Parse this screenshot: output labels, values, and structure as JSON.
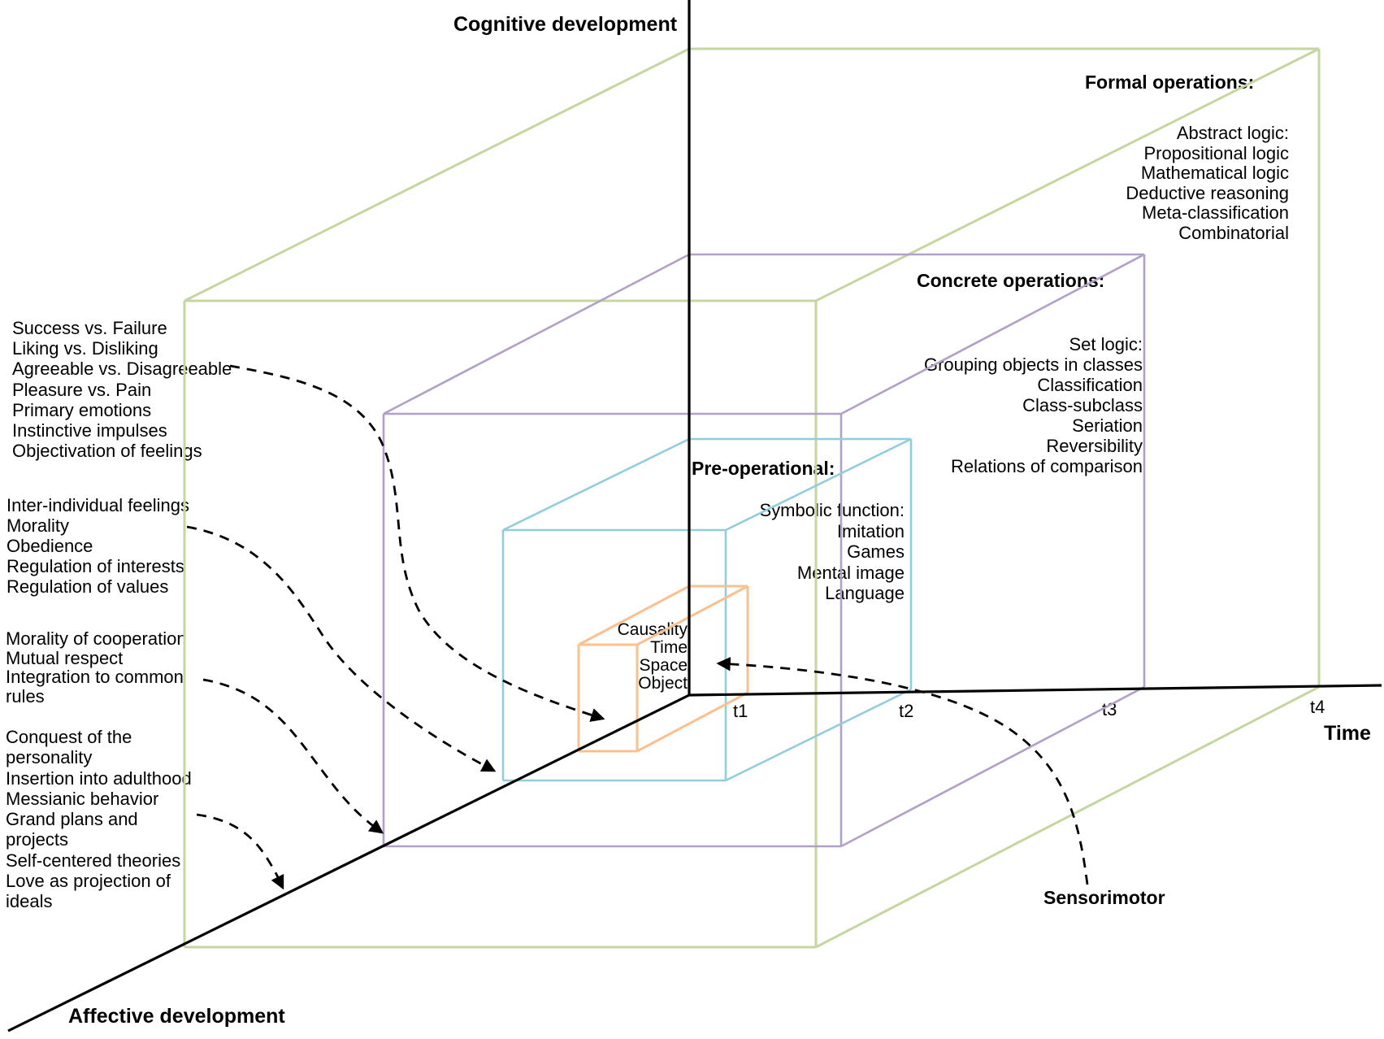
{
  "axes": {
    "cognitive_label": "Cognitive development",
    "time_label": "Time",
    "affective_label": "Affective development",
    "ticks": {
      "t1": "t1",
      "t2": "t2",
      "t3": "t3",
      "t4": "t4"
    }
  },
  "colors": {
    "formal": "#c6d6a0",
    "concrete": "#b1a0c7",
    "preoperational": "#92cddc",
    "sensorimotor": "#fac090",
    "axis": "#000000",
    "dashed_arrow": "#000000"
  },
  "stages": {
    "formal": {
      "label": "Formal operations:",
      "items": [
        "Abstract logic:",
        "Propositional logic",
        "Mathematical logic",
        "Deductive reasoning",
        "Meta-classification",
        "Combinatorial"
      ]
    },
    "concrete": {
      "label": "Concrete operations:",
      "items": [
        "Set logic:",
        "Grouping objects in classes",
        "Classification",
        "Class-subclass",
        "Seriation",
        "Reversibility",
        "Relations of comparison"
      ]
    },
    "preoperational": {
      "label": "Pre-operational:",
      "items": [
        "Symbolic function:",
        "Imitation",
        "Games",
        "Mental image",
        "Language"
      ]
    },
    "sensorimotor": {
      "label": "Sensorimotor",
      "items": [
        "Causality",
        "Time",
        "Space",
        "Object"
      ]
    }
  },
  "affective_groups": [
    {
      "lines": [
        "Success vs. Failure",
        "Liking vs. Disliking",
        "Agreeable vs. Disagreeable",
        "Pleasure vs. Pain",
        "Primary emotions",
        "Instinctive impulses",
        "Objectivation of feelings"
      ]
    },
    {
      "lines": [
        "Inter-individual feelings",
        "Morality",
        "Obedience",
        "Regulation of interests",
        "Regulation of values"
      ]
    },
    {
      "lines": [
        "Morality of cooperation",
        "Mutual respect",
        "Integration to common",
        "rules"
      ]
    },
    {
      "lines": [
        "Conquest of the",
        "personality",
        "Insertion into adulthood",
        "Messianic behavior",
        "Grand plans and",
        "projects",
        "Self-centered theories",
        "Love as projection of",
        "ideals"
      ]
    }
  ]
}
